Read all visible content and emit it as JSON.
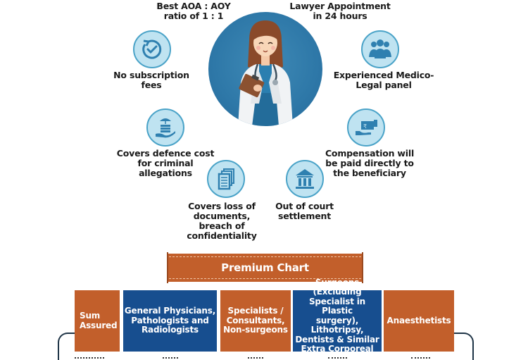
{
  "features": [
    {
      "id": "aoa-ratio",
      "label": "Best AOA : AOY\nratio of 1 : 1",
      "icon": "none"
    },
    {
      "id": "lawyer",
      "label": "Lawyer Appointment\nin 24 hours",
      "icon": "none"
    },
    {
      "id": "no-subscription",
      "label": "No subscription\nfees",
      "icon": "refresh-check-icon"
    },
    {
      "id": "medico-legal",
      "label": "Experienced Medico-\nLegal panel",
      "icon": "team-icon"
    },
    {
      "id": "defence-cost",
      "label": "Covers defence cost\nfor criminal\nallegations",
      "icon": "umbrella-money-hand-icon"
    },
    {
      "id": "compensation",
      "label": "Compensation will\nbe paid directly to\nthe beneficiary",
      "icon": "rupee-handover-icon"
    },
    {
      "id": "documents",
      "label": "Covers loss of\ndocuments,\nbreach of\nconfidentiality",
      "icon": "documents-icon"
    },
    {
      "id": "court",
      "label": "Out of court\nsettlement",
      "icon": "courthouse-icon"
    }
  ],
  "hero": {
    "illustration": "doctor-illustration"
  },
  "premium_chart": {
    "title": "Premium Chart",
    "columns": [
      {
        "label": "Sum\nAssured",
        "color": "#c25f2b"
      },
      {
        "label": "General Physicians,\nPathologists and\nRadiologists",
        "color": "#174e8f"
      },
      {
        "label": "Specialists /\nConsultants,\nNon-surgeons",
        "color": "#c25f2b"
      },
      {
        "label": "Surgeons (Excluding\nSpecialist in Plastic\nsurgery), Lithotripsy,\nDentists & Similar\nExtra Corporeal\nMethods",
        "color": "#174e8f"
      },
      {
        "label": "Anaesthetists",
        "color": "#c25f2b"
      }
    ]
  },
  "colors": {
    "orange": "#c25f2b",
    "blue": "#174e8f",
    "icon_bg": "#bfe3f1",
    "icon_stroke": "#2f80b0"
  }
}
